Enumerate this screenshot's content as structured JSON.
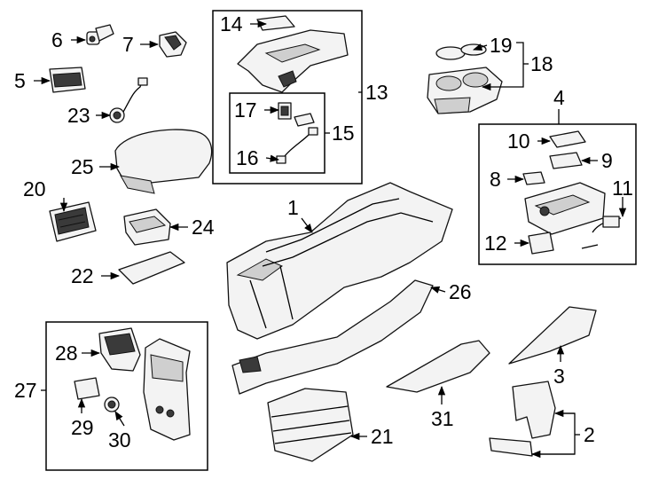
{
  "callouts": {
    "n1": "1",
    "n2": "2",
    "n3": "3",
    "n4": "4",
    "n5": "5",
    "n6": "6",
    "n7": "7",
    "n8": "8",
    "n9": "9",
    "n10": "10",
    "n11": "11",
    "n12": "12",
    "n13": "13",
    "n14": "14",
    "n15": "15",
    "n16": "16",
    "n17": "17",
    "n18": "18",
    "n19": "19",
    "n20": "20",
    "n21": "21",
    "n22": "22",
    "n23": "23",
    "n24": "24",
    "n25": "25",
    "n26": "26",
    "n27": "27",
    "n28": "28",
    "n29": "29",
    "n30": "30",
    "n31": "31"
  }
}
